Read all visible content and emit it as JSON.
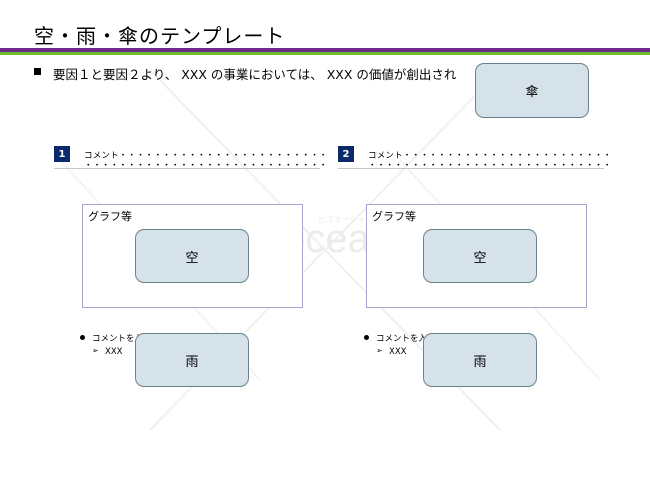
{
  "title": "空・雨・傘のテンプレート",
  "lead_text": "要因１と要因２より、 XXX の事業においては、 XXX の価値が創出され",
  "umbrella_label": "傘",
  "panels": [
    {
      "number": "1",
      "comment_line1": "コメント・・・・・・・・・・・・・・・・・・・・・・・・",
      "comment_line2": "・・・・・・・・・・・・・・・・・・・・・・・・・・・・",
      "graph_label": "グラフ等",
      "sky_label": "空",
      "bullet_text": "コメントを入",
      "sub_bullet_text": "XXX",
      "rain_label": "雨"
    },
    {
      "number": "2",
      "comment_line1": "コメント・・・・・・・・・・・・・・・・・・・・・・・・",
      "comment_line2": "・・・・・・・・・・・・・・・・・・・・・・・・・・・・",
      "graph_label": "グラフ等",
      "sky_label": "空",
      "bullet_text": "コメントを入",
      "sub_bullet_text": "XXX",
      "rain_label": "雨"
    }
  ],
  "watermark": "bizocean",
  "watermark_sub": "ビズオーシャン",
  "colors": {
    "accent_purple": "#6c2a8e",
    "accent_green": "#6abf2a",
    "number_badge": "#0b2a6b",
    "callout_fill": "#d6e2ea"
  }
}
